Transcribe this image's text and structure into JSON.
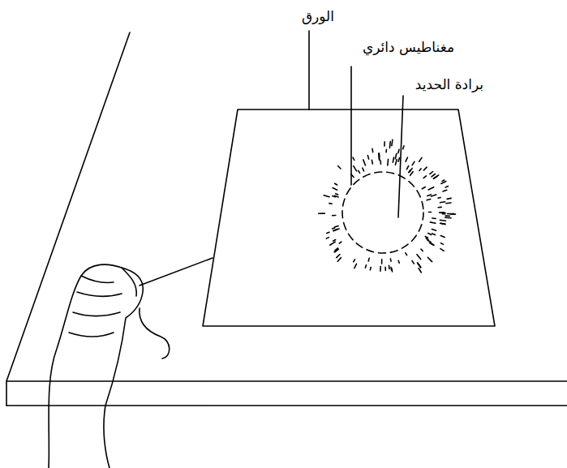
{
  "diagram": {
    "labels": [
      "الورق",
      "مغناطيس دائري",
      "برادة الحديد"
    ]
  }
}
